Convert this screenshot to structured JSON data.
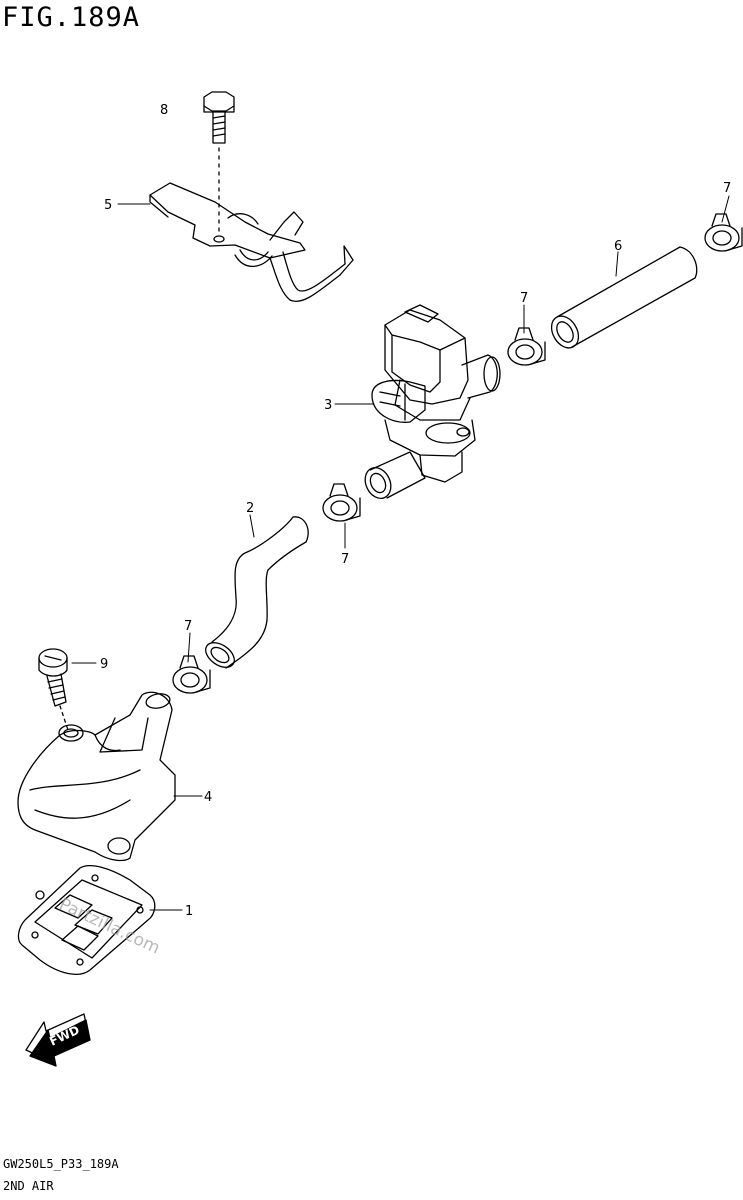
{
  "figure": {
    "title": "FIG.189A",
    "footer_code": "GW250L5_P33_189A",
    "footer_name": "2ND AIR"
  },
  "callouts": [
    "8",
    "5",
    "7",
    "6",
    "7",
    "3",
    "2",
    "7",
    "7",
    "9",
    "4",
    "1"
  ],
  "watermark": "Partzilla.com",
  "fwd_label": "FWD"
}
